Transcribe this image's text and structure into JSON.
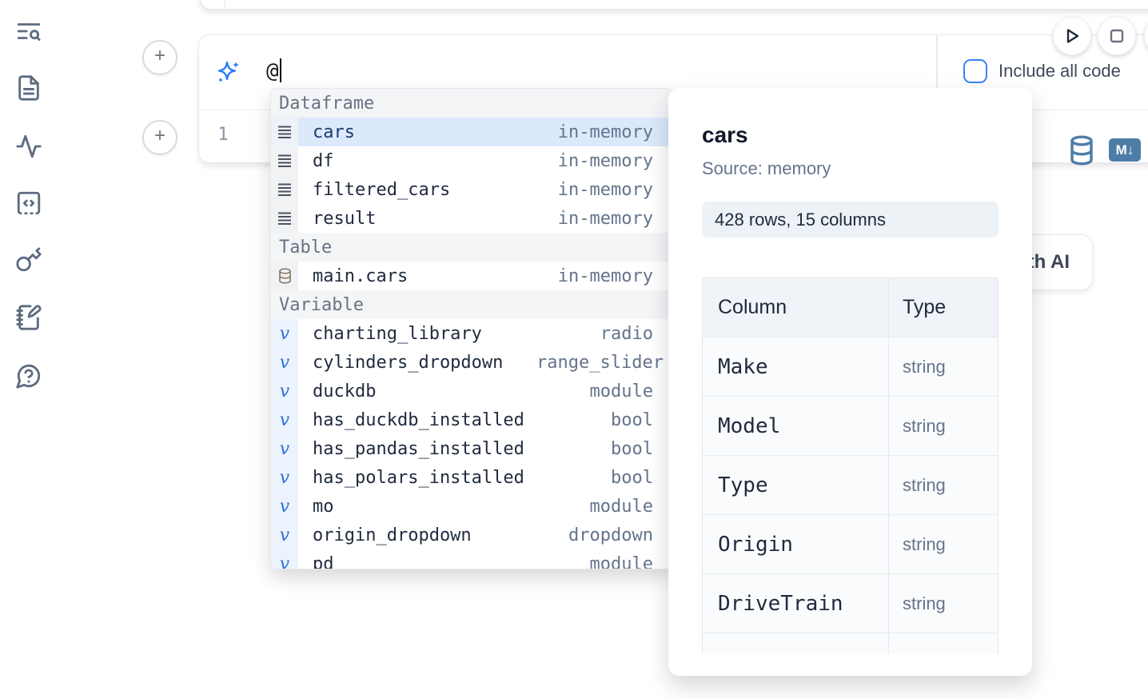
{
  "colors": {
    "accent": "#3b82f6",
    "steel_icon": "#4d7da6",
    "selected_bg": "#dbe9fb",
    "selected_text": "#1c3a70",
    "type_text": "#64748b",
    "badge_bg": "#edf2f7"
  },
  "sidebar": {
    "icons": [
      "list-search-icon",
      "file-text-icon",
      "activity-icon",
      "code-snippet-icon",
      "key-icon",
      "notebook-pen-icon",
      "help-chat-icon"
    ]
  },
  "toolbar": {
    "run_icon": "play-icon",
    "stop_icon": "stop-icon"
  },
  "ai_prompt": {
    "value": "@",
    "include_all_code_label": "Include all code",
    "sparkle_icon": "sparkles-icon"
  },
  "editor": {
    "line_number": "1",
    "db_icon": "database-icon",
    "markdown_icon": "markdown-icon",
    "markdown_badge": "M↓",
    "add_cell_label": "+"
  },
  "completion": {
    "sections": [
      {
        "label": "Dataframe",
        "items": [
          {
            "icon": "rows-icon",
            "name": "cars",
            "type": "in-memory",
            "selected": true
          },
          {
            "icon": "rows-icon",
            "name": "df",
            "type": "in-memory"
          },
          {
            "icon": "rows-icon",
            "name": "filtered_cars",
            "type": "in-memory"
          },
          {
            "icon": "rows-icon",
            "name": "result",
            "type": "in-memory"
          }
        ]
      },
      {
        "label": "Table",
        "items": [
          {
            "icon": "database-icon",
            "name": "main.cars",
            "type": "in-memory"
          }
        ]
      },
      {
        "label": "Variable",
        "items": [
          {
            "icon": "variable-icon",
            "name": "charting_library",
            "type": "radio"
          },
          {
            "icon": "variable-icon",
            "name": "cylinders_dropdown",
            "type": "range_slider",
            "overflow": true
          },
          {
            "icon": "variable-icon",
            "name": "duckdb",
            "type": "module"
          },
          {
            "icon": "variable-icon",
            "name": "has_duckdb_installed",
            "type": "bool"
          },
          {
            "icon": "variable-icon",
            "name": "has_pandas_installed",
            "type": "bool"
          },
          {
            "icon": "variable-icon",
            "name": "has_polars_installed",
            "type": "bool"
          },
          {
            "icon": "variable-icon",
            "name": "mo",
            "type": "module"
          },
          {
            "icon": "variable-icon",
            "name": "origin_dropdown",
            "type": "dropdown"
          },
          {
            "icon": "variable-icon",
            "name": "pd",
            "type": "module",
            "clipped": true
          }
        ]
      }
    ]
  },
  "ai_card": {
    "label": "with AI"
  },
  "preview": {
    "title": "cars",
    "source": "Source: memory",
    "badge": "428 rows, 15 columns",
    "table": {
      "headers": [
        "Column",
        "Type"
      ],
      "rows": [
        {
          "column": "Make",
          "type": "string"
        },
        {
          "column": "Model",
          "type": "string"
        },
        {
          "column": "Type",
          "type": "string"
        },
        {
          "column": "Origin",
          "type": "string"
        },
        {
          "column": "DriveTrain",
          "type": "string"
        }
      ]
    }
  }
}
